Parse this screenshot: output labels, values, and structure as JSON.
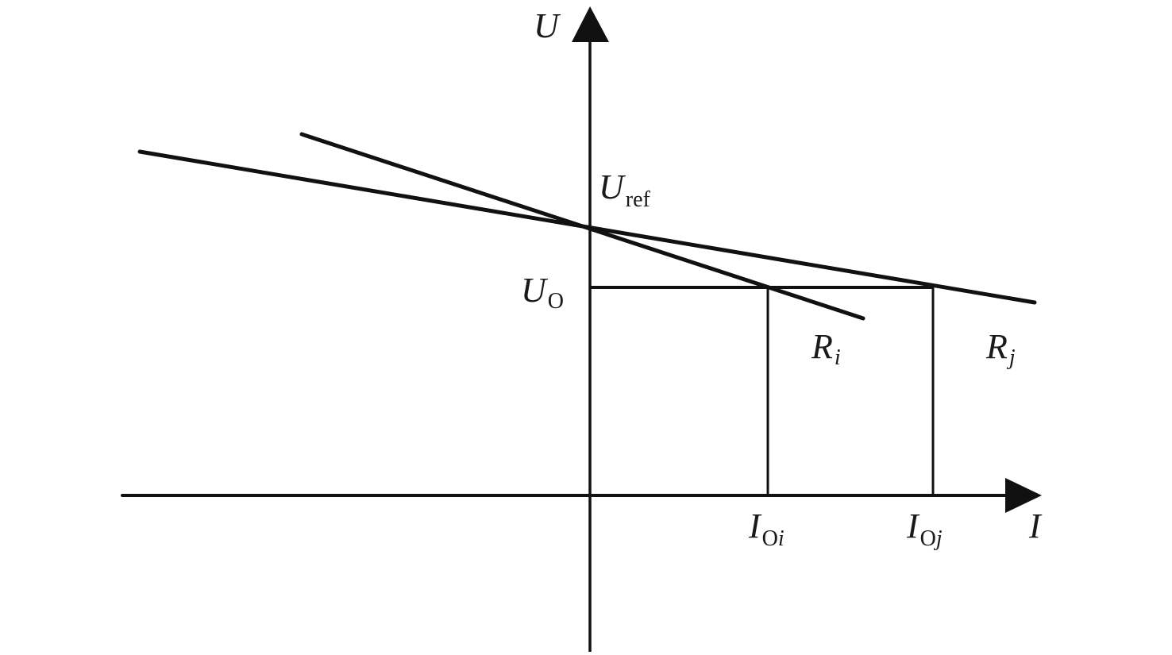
{
  "diagram": {
    "type": "droop-characteristic",
    "axes": {
      "x": {
        "label": "I"
      },
      "y": {
        "label": "U"
      }
    },
    "labels": {
      "u_ref": {
        "main": "U",
        "sub": "ref"
      },
      "u_o": {
        "main": "U",
        "sub": "O"
      },
      "r_i": {
        "main": "R",
        "sub": "i"
      },
      "r_j": {
        "main": "R",
        "sub": "j"
      },
      "i_oi": {
        "main": "I",
        "sub": "O",
        "sub2": "i"
      },
      "i_oj": {
        "main": "I",
        "sub": "O",
        "sub2": "j"
      }
    },
    "colors": {
      "stroke": "#111111",
      "text": "#1a1a1a",
      "background": "#ffffff"
    }
  }
}
